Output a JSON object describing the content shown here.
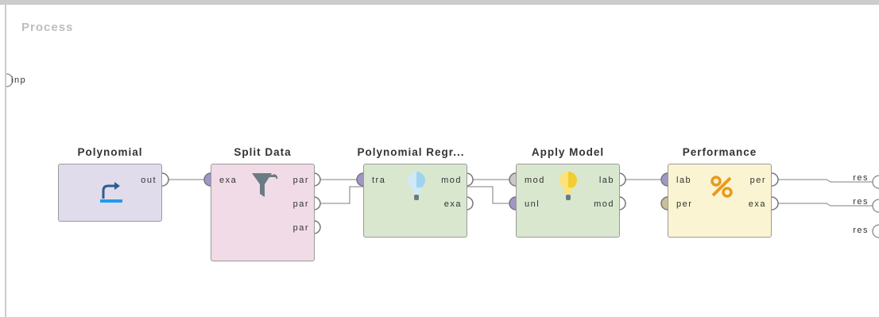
{
  "process": {
    "title": "Process"
  },
  "input_port": {
    "label": "inp"
  },
  "result_ports": [
    {
      "label": "res"
    },
    {
      "label": "res"
    },
    {
      "label": "res"
    }
  ],
  "operators": {
    "polynomial": {
      "name": "Polynomial",
      "color": "#e0dcec",
      "outputs": [
        "out"
      ],
      "icon": "loop-arrow-icon"
    },
    "split_data": {
      "name": "Split Data",
      "color": "#f1dbe6",
      "inputs": [
        "exa"
      ],
      "outputs": [
        "par",
        "par",
        "par"
      ],
      "icon": "funnel-icon"
    },
    "poly_regr": {
      "name": "Polynomial Regr...",
      "color": "#d9e7cf",
      "inputs": [
        "tra"
      ],
      "outputs": [
        "mod",
        "exa"
      ],
      "icon": "lightbulb-blue-icon"
    },
    "apply_model": {
      "name": "Apply Model",
      "color": "#d9e7cf",
      "inputs": [
        "mod",
        "unl"
      ],
      "outputs": [
        "lab",
        "mod"
      ],
      "icon": "lightbulb-yellow-icon"
    },
    "performance": {
      "name": "Performance",
      "color": "#faf4d2",
      "inputs": [
        "lab",
        "per"
      ],
      "outputs": [
        "per",
        "exa"
      ],
      "icon": "percent-icon"
    }
  }
}
